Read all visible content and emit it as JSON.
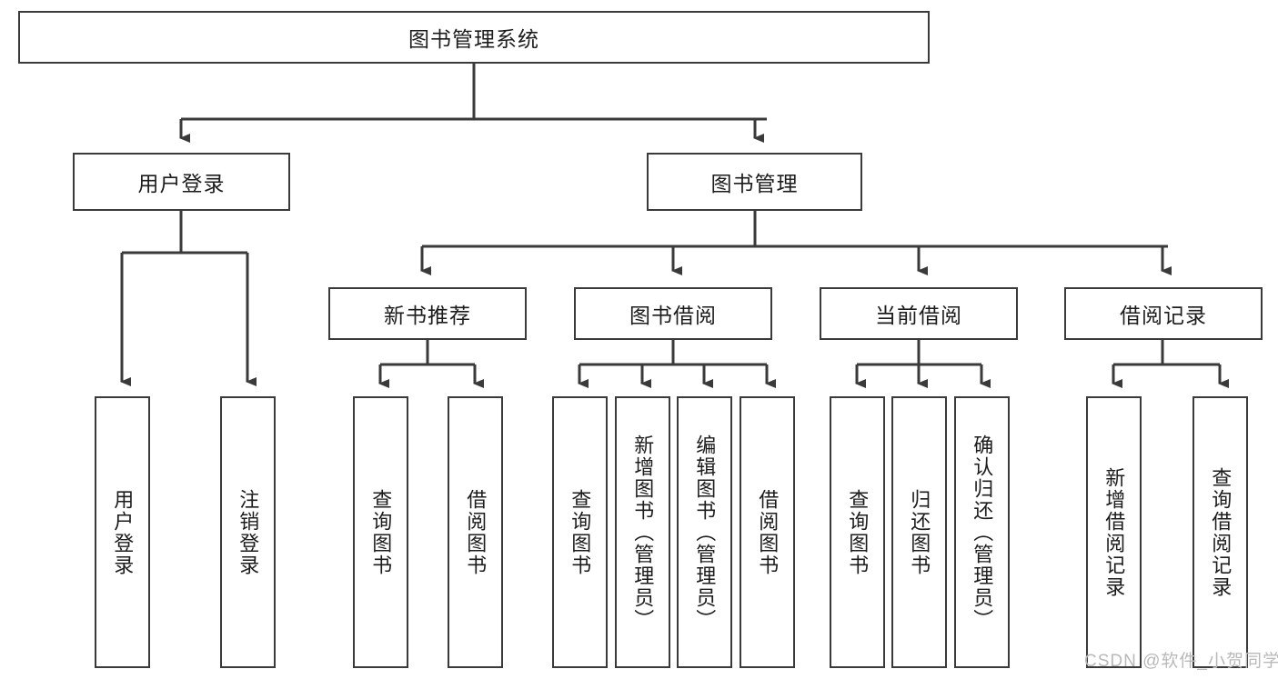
{
  "diagram": {
    "title_node": {
      "label": "图书管理系统"
    },
    "level2": [
      {
        "id": "user-login",
        "label": "用户登录"
      },
      {
        "id": "book-manage",
        "label": "图书管理"
      }
    ],
    "level3": [
      {
        "id": "new-book-recommend",
        "label": "新书推荐"
      },
      {
        "id": "book-borrow",
        "label": "图书借阅"
      },
      {
        "id": "current-borrow",
        "label": "当前借阅"
      },
      {
        "id": "borrow-record",
        "label": "借阅记录"
      }
    ],
    "leaves": [
      {
        "id": "leaf-user-login",
        "label": "用户登录",
        "parent": "user-login"
      },
      {
        "id": "leaf-logout-login",
        "label": "注销登录",
        "parent": "user-login"
      },
      {
        "id": "leaf-query-book-1",
        "label": "查询图书",
        "parent": "new-book-recommend"
      },
      {
        "id": "leaf-borrow-book-1",
        "label": "借阅图书",
        "parent": "new-book-recommend"
      },
      {
        "id": "leaf-query-book-2",
        "label": "查询图书",
        "parent": "book-borrow"
      },
      {
        "id": "leaf-add-book",
        "label": "新增图书（管理员）",
        "parent": "book-borrow"
      },
      {
        "id": "leaf-edit-book",
        "label": "编辑图书（管理员）",
        "parent": "book-borrow"
      },
      {
        "id": "leaf-borrow-book-2",
        "label": "借阅图书",
        "parent": "book-borrow"
      },
      {
        "id": "leaf-query-book-3",
        "label": "查询图书",
        "parent": "current-borrow"
      },
      {
        "id": "leaf-return-book",
        "label": "归还图书",
        "parent": "current-borrow"
      },
      {
        "id": "leaf-confirm-return",
        "label": "确认归还（管理员）",
        "parent": "current-borrow"
      },
      {
        "id": "leaf-add-record",
        "label": "新增借阅记录",
        "parent": "borrow-record"
      },
      {
        "id": "leaf-query-record",
        "label": "查询借阅记录",
        "parent": "borrow-record"
      }
    ],
    "watermark": {
      "text": "CSDN @软件_小贺同学"
    },
    "colors": {
      "stroke": "#3a3a3a",
      "fill": "#ffffff",
      "text": "#1c1c1c",
      "watermark": "#b9b9b9"
    }
  }
}
